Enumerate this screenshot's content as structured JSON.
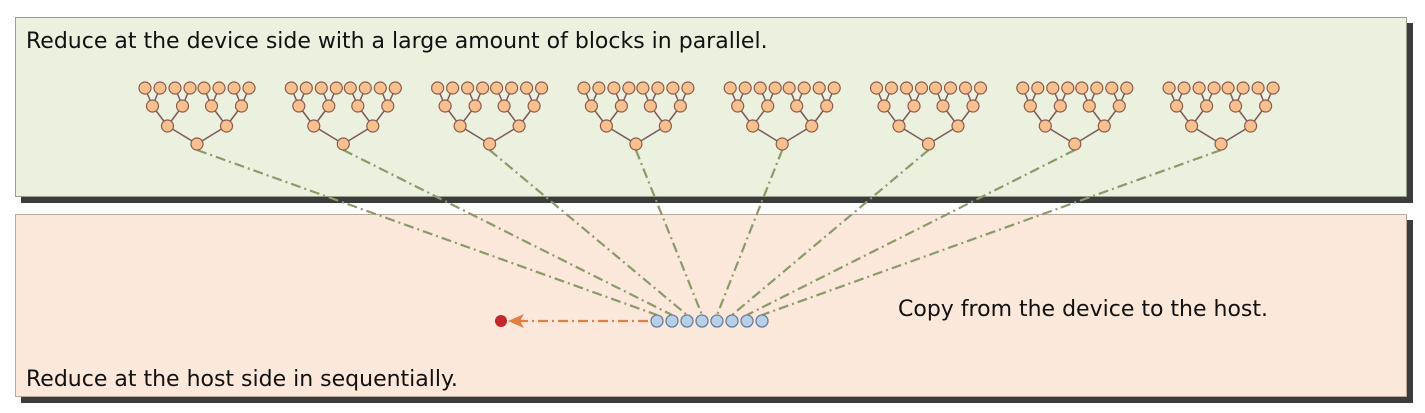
{
  "device_panel": {
    "label": "Reduce at the device side with a large amount of blocks in parallel."
  },
  "host_panel": {
    "label": "Reduce at the host side in sequentially.",
    "copy_label": "Copy from the device to the host."
  },
  "diagram": {
    "block_count": 8,
    "tree_levels": 4,
    "partial_results_count": 8,
    "colors": {
      "device_background": "#ebf1de",
      "host_background": "#fbe8da",
      "tree_node_fill": "#f7c08e",
      "tree_node_stroke": "#8c5a4a",
      "tree_edge": "#7a5a5a",
      "copy_link": "#8a9a6a",
      "partial_result_fill": "#b7d0ea",
      "partial_result_stroke": "#6a7e96",
      "host_arrow": "#e08040",
      "final_result": "#c0282c"
    }
  }
}
